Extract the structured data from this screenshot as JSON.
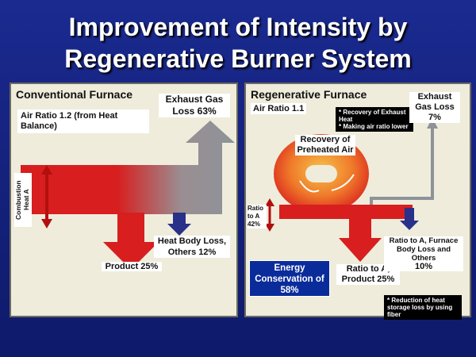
{
  "title_line1": "Improvement of Intensity by",
  "title_line2": "Regenerative Burner System",
  "conventional": {
    "title": "Conventional Furnace",
    "air_ratio": "Air Ratio 1.2 (from Heat Balance)",
    "exhaust": "Exhaust Gas Loss 63%",
    "combustion_heat": "Combustion Heat A",
    "heat_body_loss": "Heat Body Loss, Others 12%",
    "product": "Product 25%"
  },
  "regenerative": {
    "title": "Regenerative Furnace",
    "air_ratio": "Air Ratio 1.1",
    "note1_line1": "* Recovery of Exhaust Heat",
    "note1_line2": "* Making air ratio lower",
    "recovery": "Recovery of Preheated Air",
    "exhaust_label": "Exhaust Gas Loss",
    "exhaust_value": "7%",
    "ratio_a": "Ratio to A 42%",
    "energy_conservation": "Energy Conservation of 58%",
    "product": "Ratio to A, Product 25%",
    "furnace_body_loss": "Ratio to A, Furnace Body Loss and Others",
    "furnace_body_value": "10%",
    "note2": "* Reduction of heat storage loss by using fiber"
  },
  "colors": {
    "heat_red": "#d81e1e",
    "exhaust_gray": "#8d9399",
    "body_loss_blue": "#28308a",
    "energy_blue": "#0a2c9b"
  }
}
